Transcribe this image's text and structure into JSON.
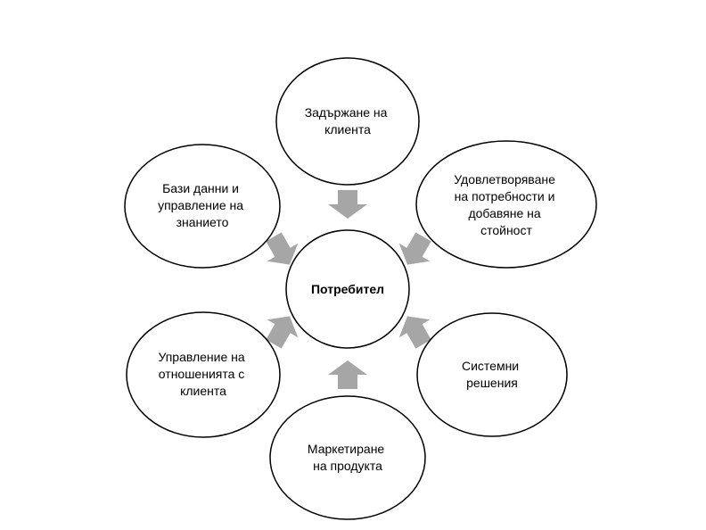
{
  "diagram": {
    "center": {
      "lines": [
        "Потребител"
      ]
    },
    "nodes": [
      {
        "id": "retention",
        "lines": [
          "Задържане на",
          "клиента"
        ]
      },
      {
        "id": "satisfaction",
        "lines": [
          "Удовлетворяване",
          "на потребности и",
          "добавяне на",
          "стойност"
        ]
      },
      {
        "id": "systems",
        "lines": [
          "Системни",
          "решения"
        ]
      },
      {
        "id": "marketing",
        "lines": [
          "Маркетиране",
          "на продукта"
        ]
      },
      {
        "id": "relationships",
        "lines": [
          "Управление на",
          "отношенията с",
          "клиента"
        ]
      },
      {
        "id": "databases",
        "lines": [
          "Бази данни и",
          "управление на",
          "знанието"
        ]
      }
    ],
    "colors": {
      "arrow": "#a6a6a6",
      "stroke": "#000000",
      "fill": "#ffffff"
    }
  }
}
